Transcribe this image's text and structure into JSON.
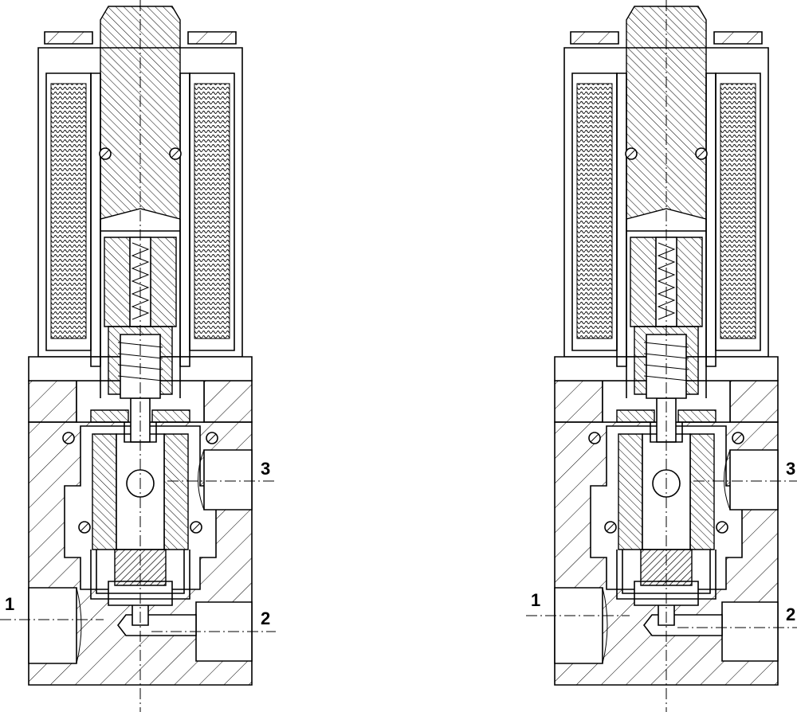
{
  "ports": {
    "left_view": {
      "p1": "1",
      "p2": "2",
      "p3": "3"
    },
    "right_view": {
      "p1": "1",
      "p2": "2",
      "p3": "3"
    }
  }
}
